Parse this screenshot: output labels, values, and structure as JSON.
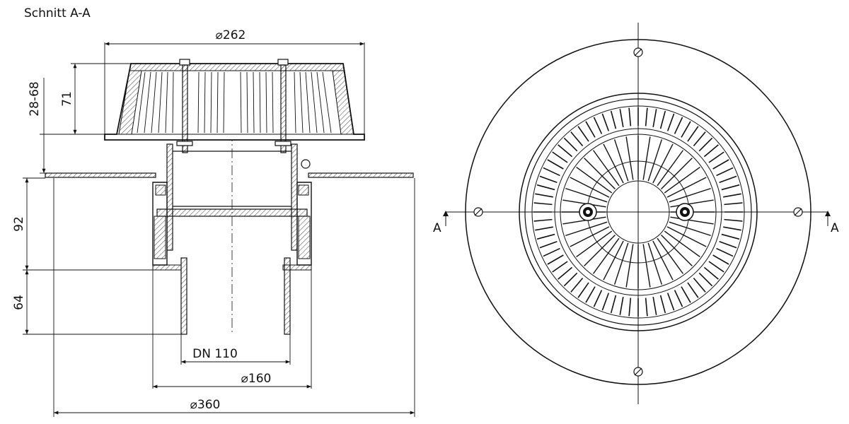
{
  "section_title": "Schnitt A-A",
  "dimensions": {
    "d262": "⌀262",
    "h71": "71",
    "h28_68": "28-68",
    "h92": "92",
    "h64": "64",
    "dn110": "DN 110",
    "d160": "⌀160",
    "d360": "⌀360"
  },
  "section_marks": {
    "left": "A",
    "right": "A"
  },
  "colors": {
    "line": "#111111",
    "background": "#ffffff"
  }
}
